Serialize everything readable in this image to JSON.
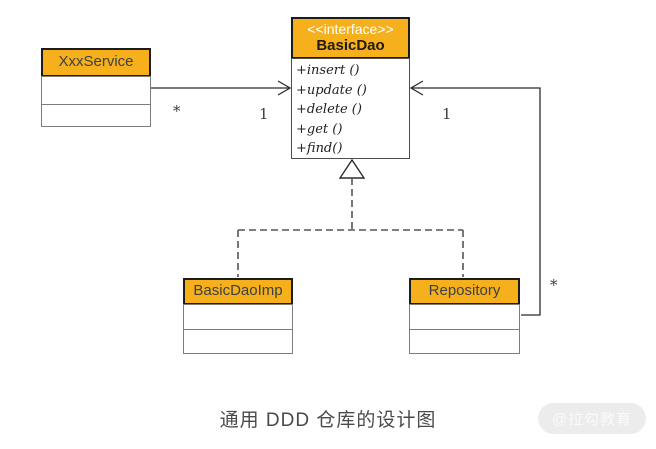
{
  "diagram": {
    "caption": "通用 DDD 仓库的设计图",
    "watermark": "@拉勾教育",
    "colors": {
      "class_header_fill": "#F5B01B",
      "header_border": "#1c1c1c",
      "compartment_border": "#7d7d7d",
      "connector": "#2b2b2b",
      "dashed_connector": "#555555"
    },
    "classes": {
      "xxx_service": {
        "name": "XxxService"
      },
      "basic_dao": {
        "stereotype": "<<interface>>",
        "name": "BasicDao",
        "methods": [
          "+insert ()",
          "+update ()",
          "+delete ()",
          "+get ()",
          "+find()"
        ]
      },
      "basic_dao_imp": {
        "name": "BasicDaoImp"
      },
      "repository": {
        "name": "Repository"
      }
    },
    "multiplicities": {
      "service_side": "*",
      "dao_left": "1",
      "dao_right": "1",
      "repository_side": "*"
    }
  }
}
